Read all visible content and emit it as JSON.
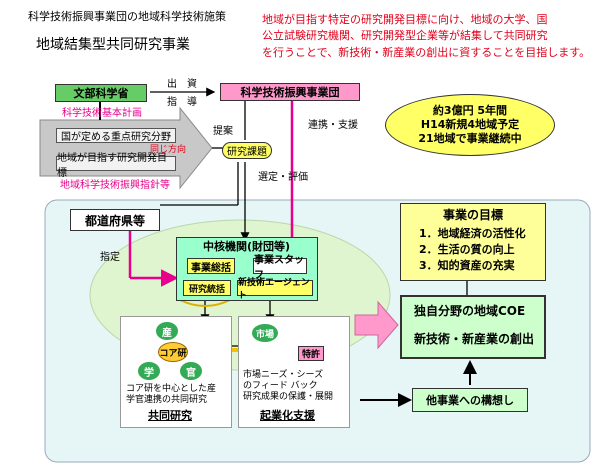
{
  "header": {
    "subtitle": "科学技術振興事業団の地域科学技術施策",
    "title": "地域結集型共同研究事業",
    "description_line1": "地域が目指す特定の研究開発目標に向け、地域の大学、国",
    "description_line2": "公立試験研究機関、研究開発型企業等が結集して共同研究",
    "description_line3": "を行うことで、新技術・新産業の創出に資することを目指します。"
  },
  "top_flow": {
    "ministry": "文部科学省",
    "jst": "科学技術振興事業団",
    "arrow_top_label": "出　資",
    "arrow_bottom_label": "指　導",
    "plan_label": "科学技術基本計画",
    "national_priority": "国が定める重点研究分野",
    "same_direction": "同じ方向",
    "regional_goal": "地域が目指す研究開発目標",
    "promotion_guide": "地域科学技術振興指針等",
    "proposal": "提案",
    "research_theme": "研究課題",
    "cooperation": "連携・支援",
    "selection": "選定・評価"
  },
  "budget": {
    "line1": "約3億円  5年間",
    "line2": "H14新規4地域予定",
    "line3": "21地域で事業継続中"
  },
  "region": {
    "prefecture": "都道府県等",
    "designation": "指定",
    "core_org": "中核機関(財団等)",
    "project_general": "事業総括",
    "project_staff": "事業スタッフ",
    "research_general": "研究統括",
    "new_tech_agent": "新技術エージェント",
    "sangaku_top": "産",
    "sangaku_left": "学",
    "sangaku_right": "官",
    "core_lab": "コア研",
    "joint_caption_line1": "コア研を中心とした産",
    "joint_caption_line2": "学官連携の共同研究",
    "joint_research": "共同研究",
    "market": "市場",
    "patent": "特許",
    "market_caption_line1": "市場ニーズ・シーズ",
    "market_caption_line2": "のフィード バック",
    "market_caption_line3": "研究成果の保護・展開",
    "commercial_support": "起業化支援"
  },
  "goals": {
    "title": "事業の目標",
    "items": [
      "1．地域経済の活性化",
      "2．生活の質の向上",
      "3．知的資産の充実"
    ]
  },
  "coe": {
    "line1": "独自分野の地域COE",
    "line2": "新技術・新産業の創出"
  },
  "spread": "他事業への構想し"
}
